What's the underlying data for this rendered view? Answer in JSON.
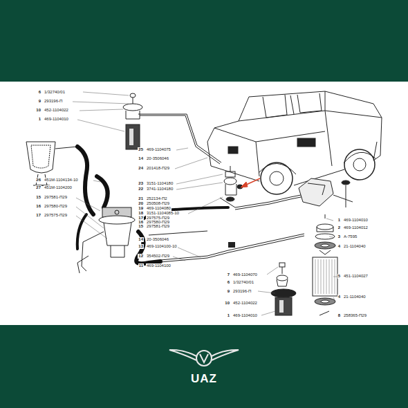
{
  "diagram": {
    "labels": [
      "6",
      "1/32740/01",
      "9",
      "293196-П",
      "10",
      "452-1104022",
      "1",
      "469-1104010",
      "26",
      "451М-1104134-10",
      "27",
      "451М-1104200",
      "15",
      "297581-П29",
      "16",
      "297580-П29",
      "17",
      "297575-П29",
      "25",
      "469-1104075",
      "14",
      "20-3506046",
      "24",
      "201418-П29",
      "23",
      "3151-1104180",
      "22",
      "3741-1104180",
      "21",
      "252134-П2",
      "20",
      "250508-П29",
      "19",
      "469-1104080",
      "18",
      "3151-1104085-10",
      "17",
      "297575-П29",
      "16",
      "297580-П29",
      "15",
      "297581-П29",
      "14",
      "20-3506046",
      "13",
      "469-1104100-10",
      "12",
      "354502-П29",
      "11",
      "469-1104100",
      "7",
      "469-1104070",
      "6",
      "1/32740/01",
      "9",
      "293196-П",
      "10",
      "452-1104022",
      "1",
      "469-1104010",
      "1",
      "469-1104010",
      "2",
      "469-1104012",
      "3",
      "А-7595",
      "4",
      "21-1104040",
      "5",
      "451-1104027",
      "4",
      "21-1104040",
      "8",
      "258365-П29",
      "UAZ"
    ]
  }
}
